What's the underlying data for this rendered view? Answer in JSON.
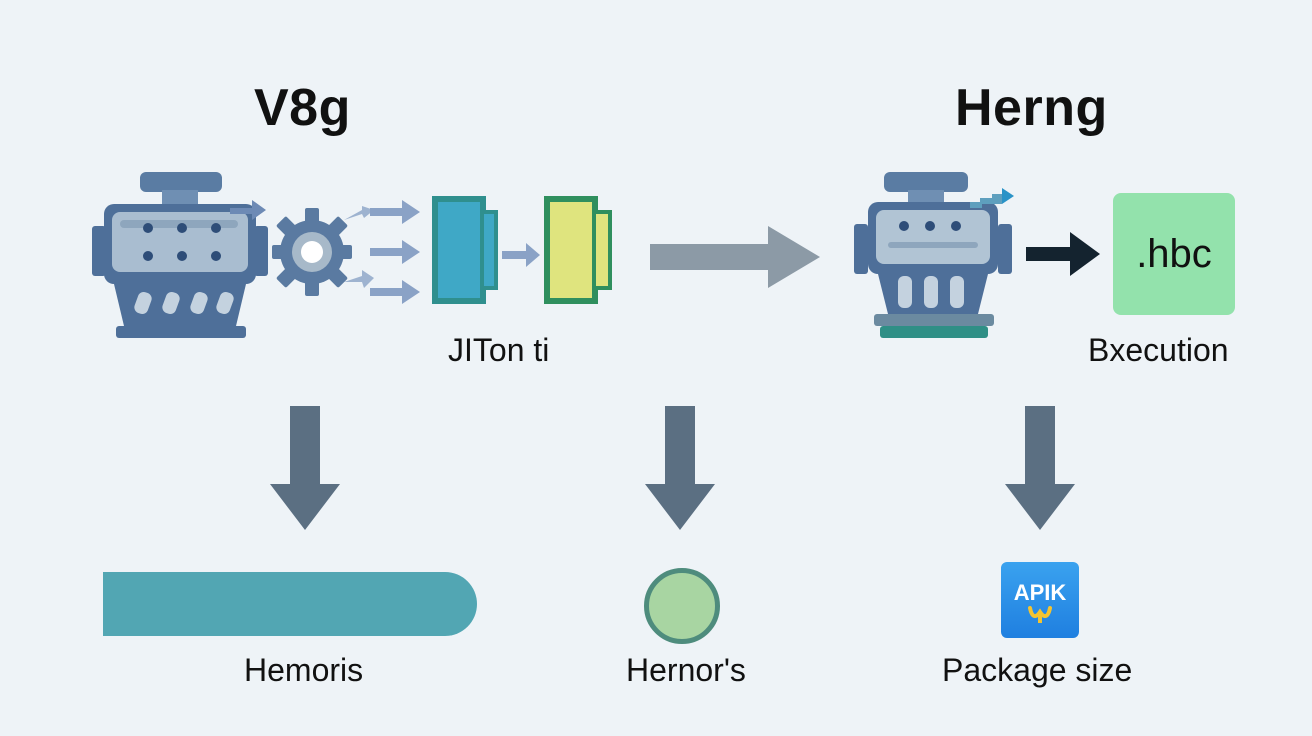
{
  "left_section": {
    "title": "V8g",
    "jit_label": "JITon ti"
  },
  "right_section": {
    "title": "Herng",
    "file_badge": ".hbc",
    "execution_label": "Bxecution"
  },
  "bottom": {
    "left_label": "Hemoris",
    "middle_label": "Hernor's",
    "right_label": "Package size",
    "apk_badge": "APIK"
  },
  "colors": {
    "background": "#eef3f7",
    "engine_blue": "#5d7da3",
    "arrow_gray": "#8c9aa6",
    "arrow_dark": "#5b6f82",
    "teal_block": "#3ea6c4",
    "yellow_block": "#dde27c",
    "hbc_green": "#93e2ac",
    "bar_teal": "#52a6b3",
    "circle_green": "#a8d5a2",
    "apk_blue": "#2b8ae8"
  },
  "icons": [
    "engine-icon",
    "gear-icon",
    "compiled-code-icon",
    "bytecode-icon",
    "hermes-engine-icon",
    "apk-icon"
  ]
}
